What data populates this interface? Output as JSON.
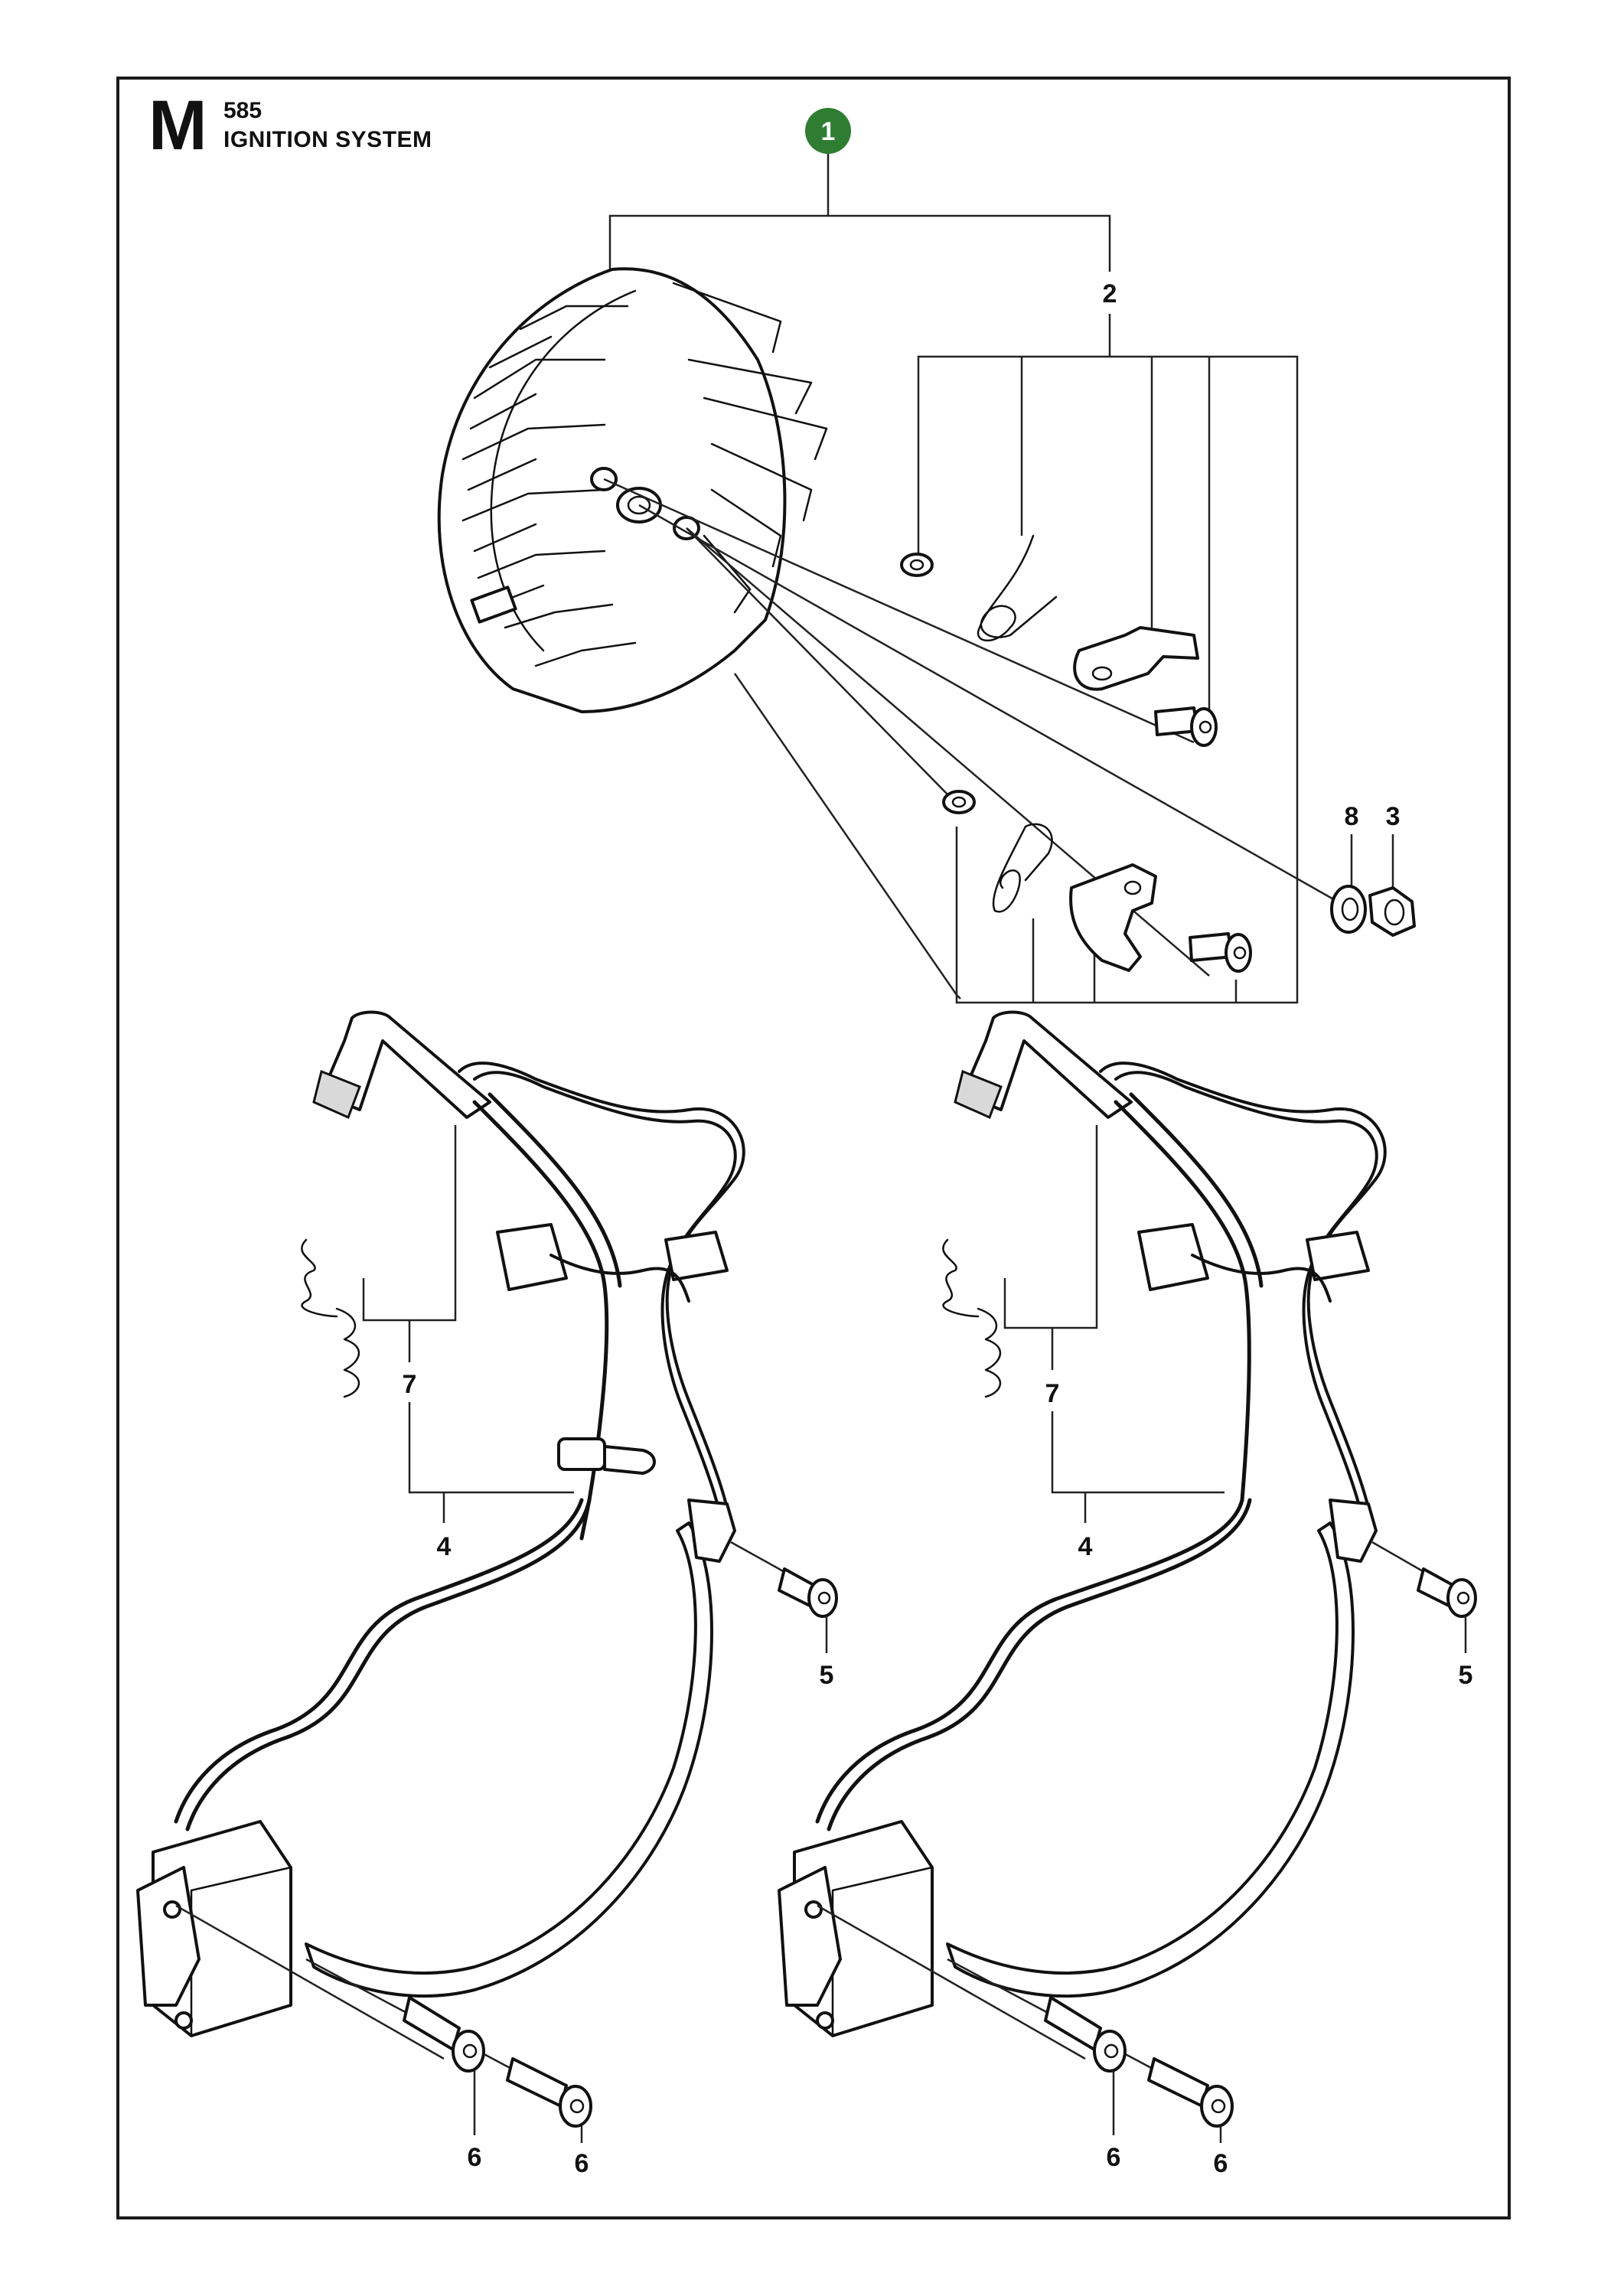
{
  "header": {
    "section_letter": "M",
    "model": "585",
    "title": "IGNITION SYSTEM"
  },
  "callouts": {
    "c1": "1",
    "c2": "2",
    "c3": "3",
    "c8": "8",
    "c7a": "7",
    "c4a": "4",
    "c5a": "5",
    "c6a": "6",
    "c6b": "6",
    "c7b": "7",
    "c4b": "4",
    "c5b": "5",
    "c6c": "6",
    "c6d": "6"
  },
  "colors": {
    "badge": "#2e7d32",
    "line": "#111111"
  }
}
